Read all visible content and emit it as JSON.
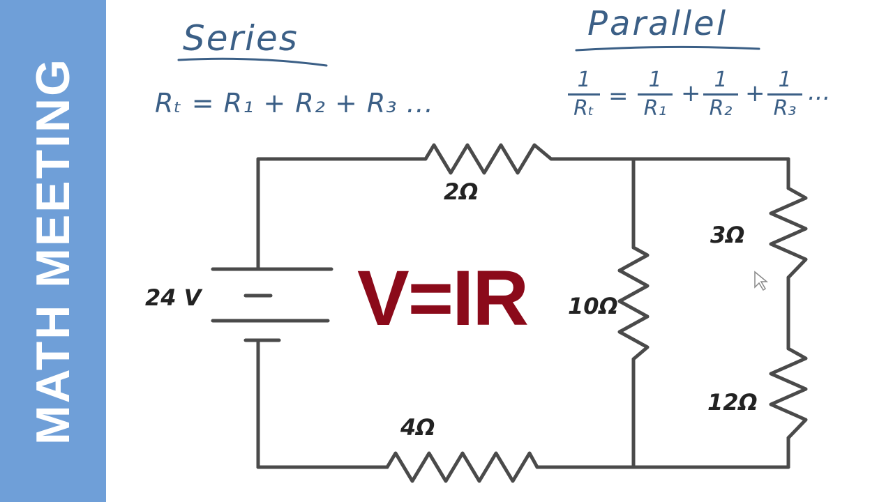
{
  "branding": {
    "channel_name": "MATH MEETING",
    "sidebar_color": "#6f9fd8"
  },
  "headings": {
    "series": "Series",
    "parallel": "Parallel"
  },
  "formulas": {
    "series": "Rₜ = R₁ + R₂ + R₃ ...",
    "parallel": {
      "numerator": "1",
      "lhs_den": "Rₜ",
      "terms": [
        "R₁",
        "R₂",
        "R₃"
      ],
      "ellipsis": "..."
    }
  },
  "circuit": {
    "battery_voltage": "24 V",
    "resistors": {
      "top": "2Ω",
      "bottom": "4Ω",
      "middle": "10Ω",
      "right_upper": "3Ω",
      "right_lower": "12Ω"
    }
  },
  "overlay": {
    "equation": "V=IR",
    "color": "#8b0a1a"
  },
  "colors": {
    "ink": "#3b5f86",
    "wire": "#4a4a4a"
  }
}
